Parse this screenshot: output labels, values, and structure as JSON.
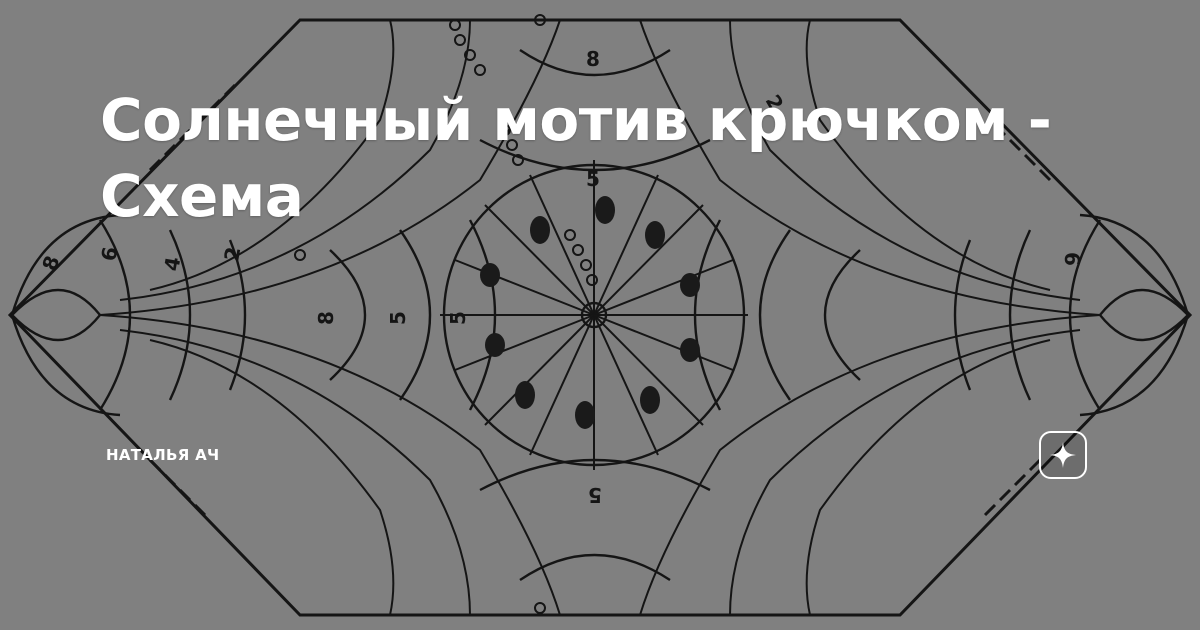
{
  "article": {
    "title": "Солнечный мотив крючком - Схема",
    "author": "НАТАЛЬЯ АЧ"
  },
  "diagram": {
    "row_numbers": [
      "8",
      "6",
      "4",
      "2",
      "8",
      "5",
      "5",
      "5",
      "8",
      "5",
      "2",
      "6"
    ]
  },
  "colors": {
    "background": "#808080",
    "ink": "#111111",
    "text": "#ffffff"
  },
  "icons": {
    "logo": "zen-star-icon"
  }
}
